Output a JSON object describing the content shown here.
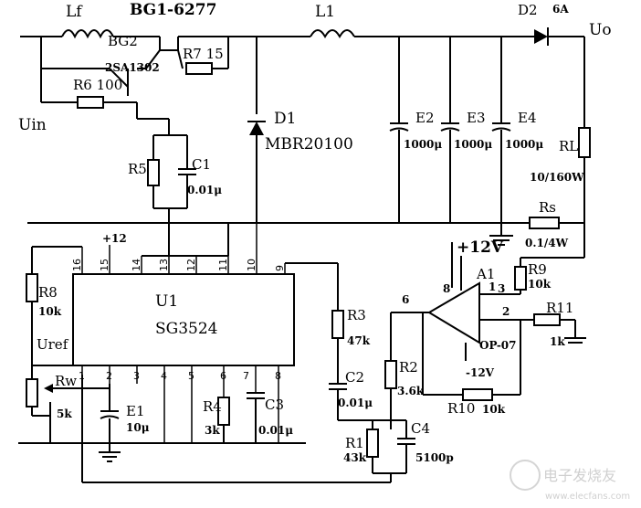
{
  "labels": {
    "Lf": "Lf",
    "BG1": "BG1-6277",
    "L1": "L1",
    "D2": "D2",
    "D2_rating": "6A",
    "Uo": "Uo",
    "BG2": "BG2",
    "BG2_part": "2SA1302",
    "R7": "R7 15",
    "R6": "R6 100",
    "Uin": "Uin",
    "D1": "D1",
    "D1_part": "MBR20100",
    "E2": "E2",
    "E2_val": "1000μ",
    "E3": "E3",
    "E3_val": "1000μ",
    "E4": "E4",
    "E4_val": "1000μ",
    "RL": "RL",
    "RL_val": "10/160W",
    "R5": "R5",
    "C1": "C1",
    "C1_val": "0.01μ",
    "Rs": "Rs",
    "Rs_val": "0.1/4W",
    "plus12_top": "+12",
    "plus12V": "+12V",
    "U1": "U1",
    "U1_part": "SG3524",
    "R8": "R8",
    "R8_val": "10k",
    "Uref": "Uref",
    "Rw": "Rw",
    "Rw_val": "5k",
    "E1": "E1",
    "E1_val": "10μ",
    "R4": "R4",
    "R4_val": "3k",
    "C3": "C3",
    "C3_val": "0.01μ",
    "R3": "R3",
    "R3_val": "47k",
    "C2": "C2",
    "C2_val": "0.01μ",
    "R2": "R2",
    "R2_val": "3.6k",
    "R1": "R1",
    "R1_val": "43k",
    "C4": "C4",
    "C4_val": "5100p",
    "A1": "A1",
    "OP": "OP-07",
    "minus12V": "-12V",
    "R9": "R9",
    "R9_val": "10k",
    "R11": "R11",
    "R11_val": "1k",
    "R10": "R10",
    "R10_val": "10k",
    "node6": "6",
    "node2": "2",
    "node3": "3",
    "node1": "1",
    "node8": "8",
    "watermark": "电子发烧友",
    "watermark_url": "www.elecfans.com"
  },
  "pins_top": [
    "16",
    "15",
    "14",
    "13",
    "12",
    "11",
    "10",
    "9"
  ],
  "pins_bottom": [
    "1",
    "2",
    "3",
    "4",
    "5",
    "6",
    "7",
    "8"
  ]
}
